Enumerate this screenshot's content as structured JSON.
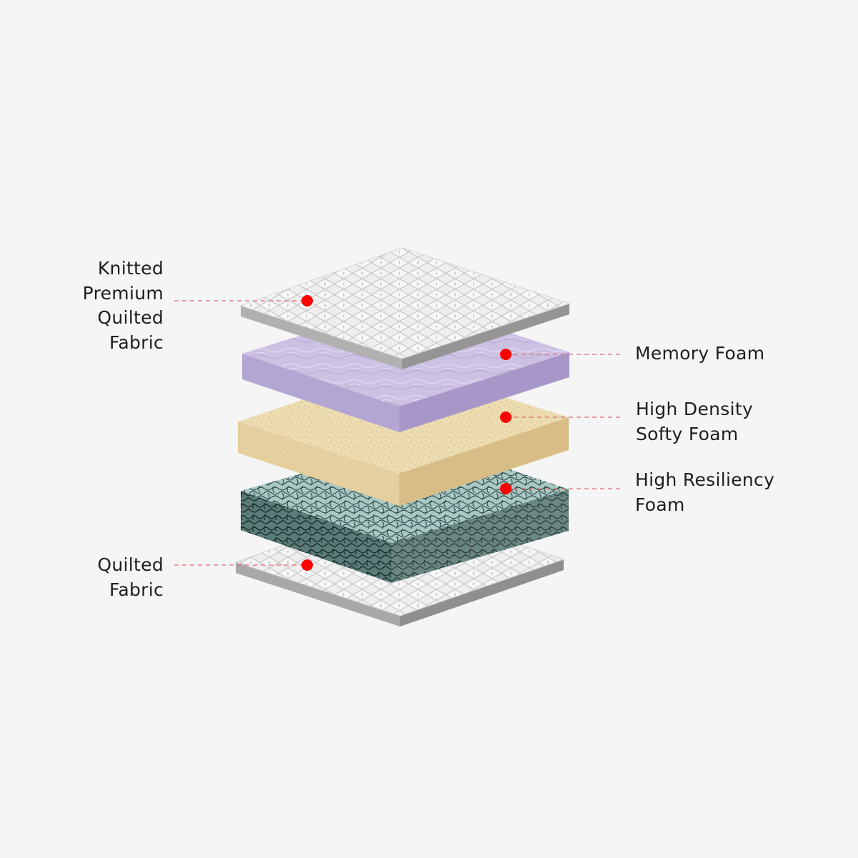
{
  "colors": {
    "background": "#f5f5f5",
    "marker": "#ff0000",
    "leader_line": "#e06a6a",
    "text": "#1e1e1e"
  },
  "layers": [
    {
      "id": "knitted-premium-quilted-fabric",
      "label": "Knitted\nPremium\nQuilted\nFabric",
      "top_color": "#ececec",
      "side_color": "#a9a9a9",
      "texture": "quilt"
    },
    {
      "id": "memory-foam",
      "label": "Memory Foam",
      "top_color": "#c9bde0",
      "side_color": "#b6a9d4",
      "texture": "water"
    },
    {
      "id": "high-density-softy-foam",
      "label": "High Density\nSofty Foam",
      "top_color": "#eedcb0",
      "side_color": "#e0c993",
      "texture": "speckle"
    },
    {
      "id": "high-resiliency-foam",
      "label": "High Resiliency\nFoam",
      "top_color": "#a8c6c1",
      "side_color": "#5d7f7b",
      "texture": "maze"
    },
    {
      "id": "quilted-fabric",
      "label": "Quilted\nFabric",
      "top_color": "#e6e6e6",
      "side_color": "#a3a3a3",
      "texture": "quilt"
    }
  ]
}
